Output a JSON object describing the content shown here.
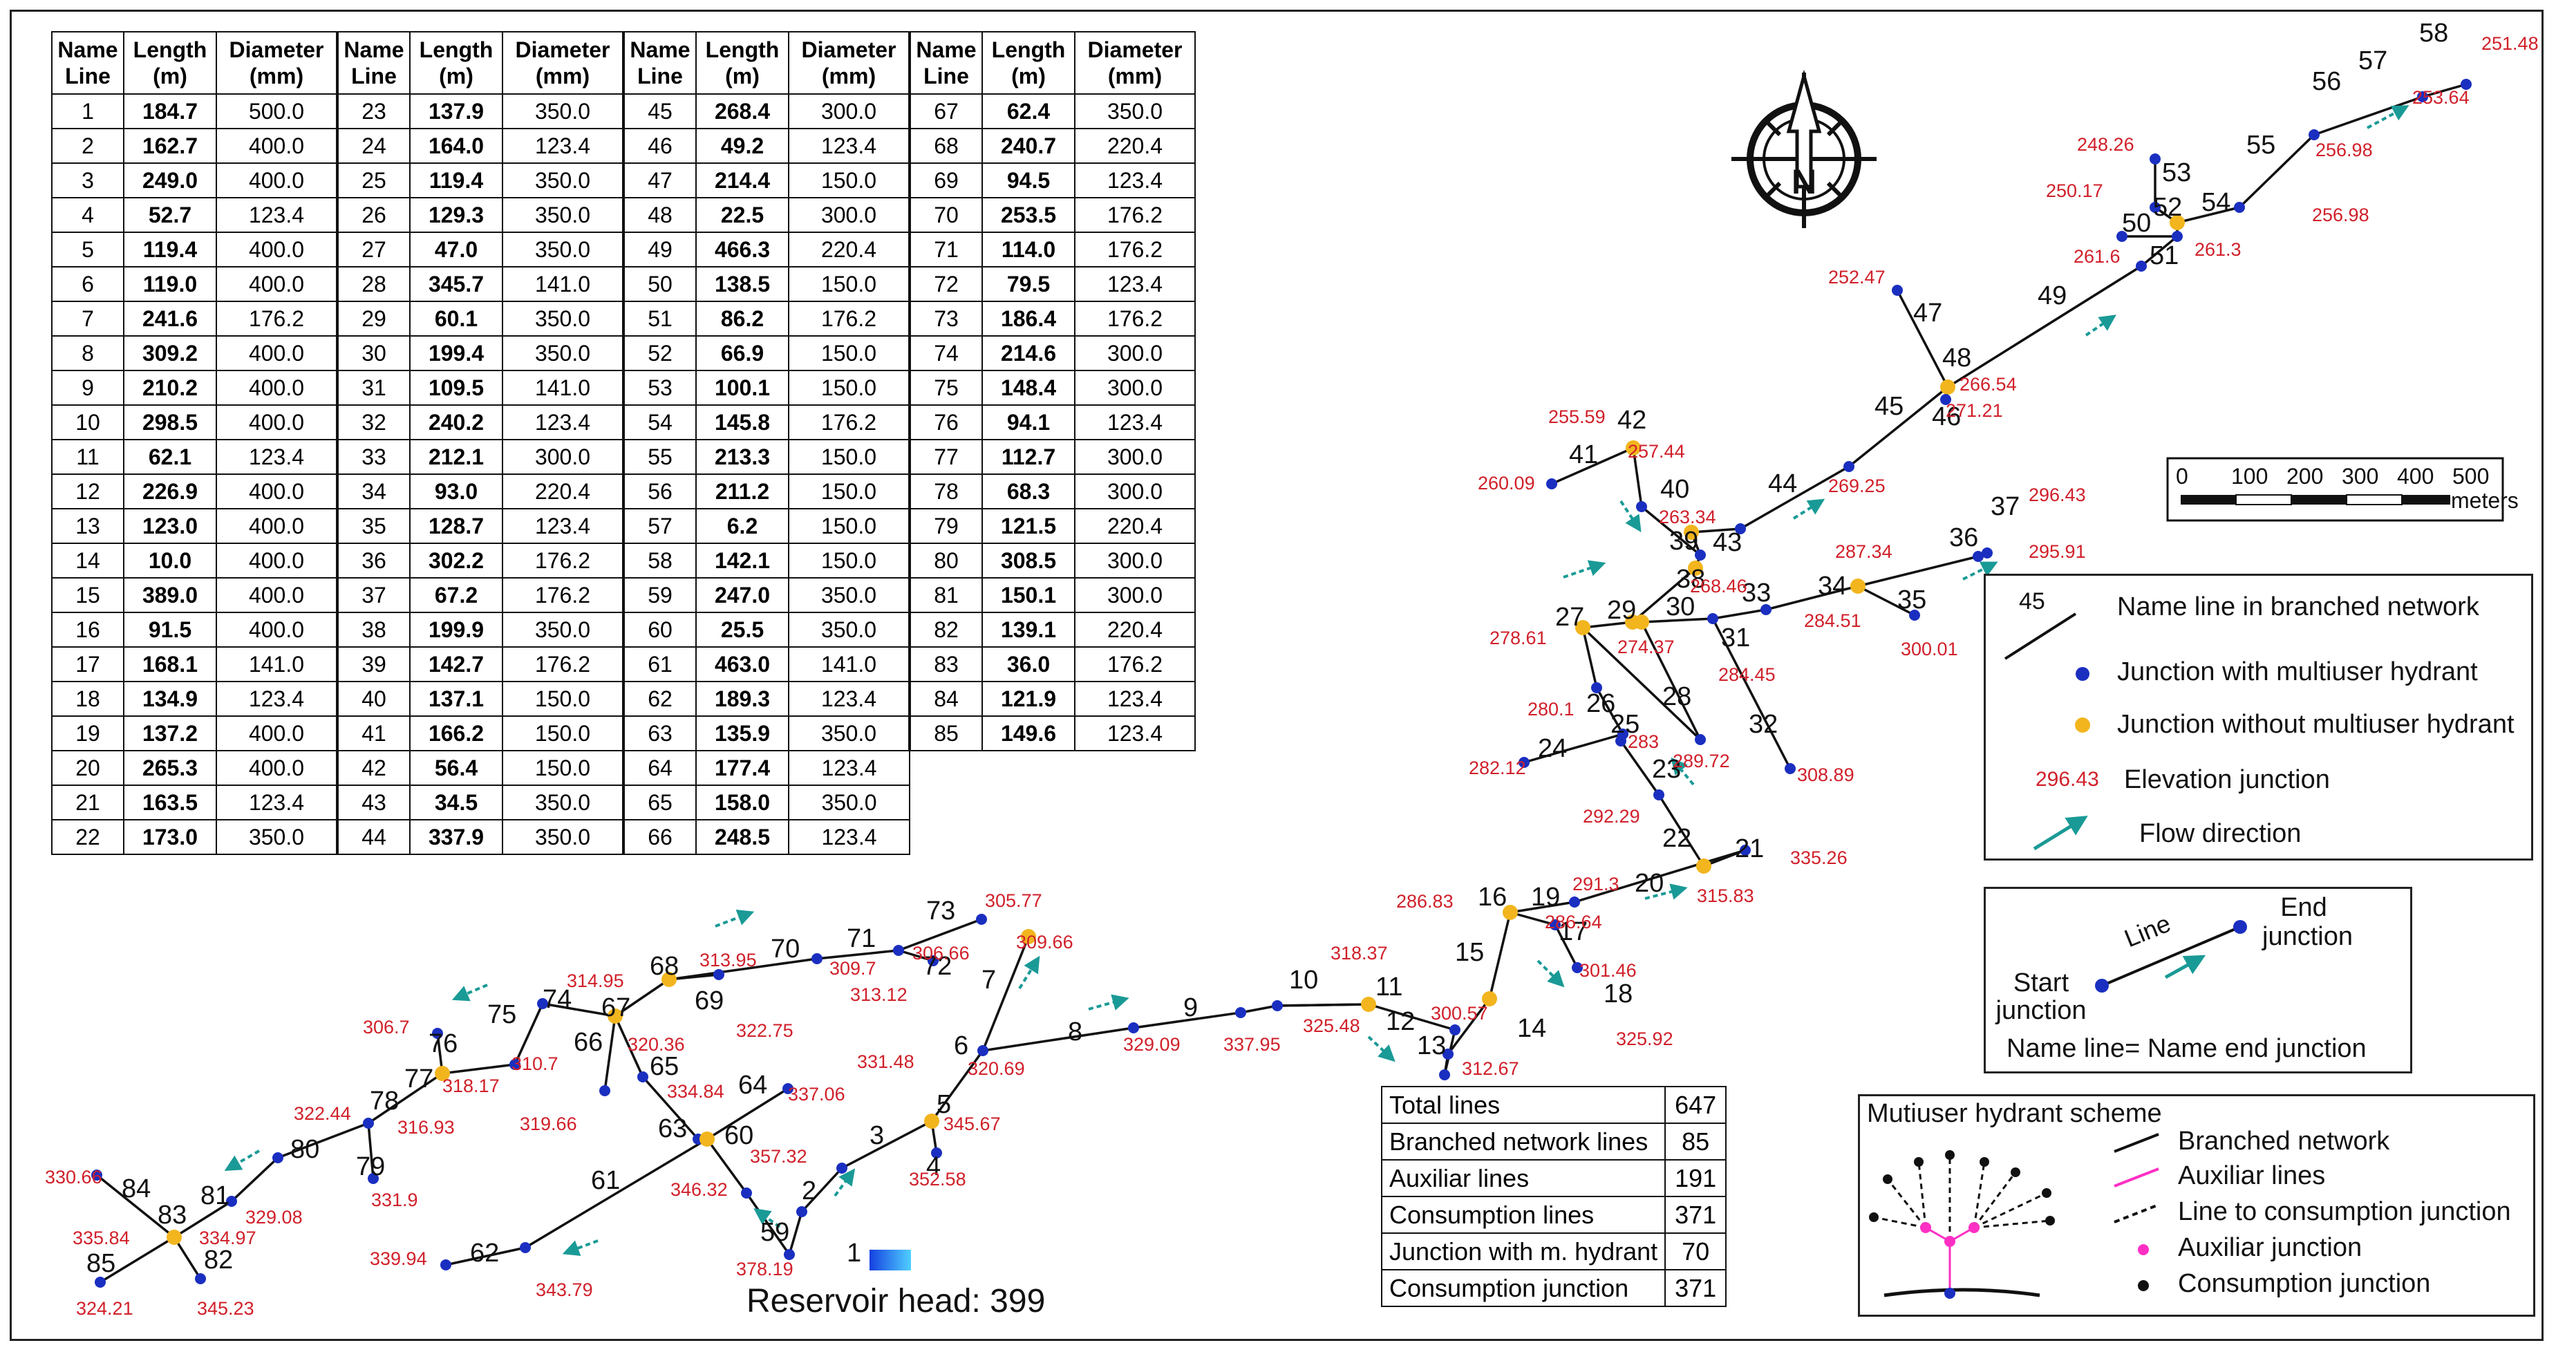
{
  "table": {
    "headers": [
      [
        "Name",
        "Line"
      ],
      [
        "Length",
        "(m)"
      ],
      [
        "Diameter",
        "(mm)"
      ]
    ],
    "rows": [
      [
        [
          "1",
          "184.7",
          "500.0"
        ],
        [
          "23",
          "137.9",
          "350.0"
        ],
        [
          "45",
          "268.4",
          "300.0"
        ],
        [
          "67",
          "62.4",
          "350.0"
        ]
      ],
      [
        [
          "2",
          "162.7",
          "400.0"
        ],
        [
          "24",
          "164.0",
          "123.4"
        ],
        [
          "46",
          "49.2",
          "123.4"
        ],
        [
          "68",
          "240.7",
          "220.4"
        ]
      ],
      [
        [
          "3",
          "249.0",
          "400.0"
        ],
        [
          "25",
          "119.4",
          "350.0"
        ],
        [
          "47",
          "214.4",
          "150.0"
        ],
        [
          "69",
          "94.5",
          "123.4"
        ]
      ],
      [
        [
          "4",
          "52.7",
          "123.4"
        ],
        [
          "26",
          "129.3",
          "350.0"
        ],
        [
          "48",
          "22.5",
          "300.0"
        ],
        [
          "70",
          "253.5",
          "176.2"
        ]
      ],
      [
        [
          "5",
          "119.4",
          "400.0"
        ],
        [
          "27",
          "47.0",
          "350.0"
        ],
        [
          "49",
          "466.3",
          "220.4"
        ],
        [
          "71",
          "114.0",
          "176.2"
        ]
      ],
      [
        [
          "6",
          "119.0",
          "400.0"
        ],
        [
          "28",
          "345.7",
          "141.0"
        ],
        [
          "50",
          "138.5",
          "150.0"
        ],
        [
          "72",
          "79.5",
          "123.4"
        ]
      ],
      [
        [
          "7",
          "241.6",
          "176.2"
        ],
        [
          "29",
          "60.1",
          "350.0"
        ],
        [
          "51",
          "86.2",
          "176.2"
        ],
        [
          "73",
          "186.4",
          "176.2"
        ]
      ],
      [
        [
          "8",
          "309.2",
          "400.0"
        ],
        [
          "30",
          "199.4",
          "350.0"
        ],
        [
          "52",
          "66.9",
          "150.0"
        ],
        [
          "74",
          "214.6",
          "300.0"
        ]
      ],
      [
        [
          "9",
          "210.2",
          "400.0"
        ],
        [
          "31",
          "109.5",
          "141.0"
        ],
        [
          "53",
          "100.1",
          "150.0"
        ],
        [
          "75",
          "148.4",
          "300.0"
        ]
      ],
      [
        [
          "10",
          "298.5",
          "400.0"
        ],
        [
          "32",
          "240.2",
          "123.4"
        ],
        [
          "54",
          "145.8",
          "176.2"
        ],
        [
          "76",
          "94.1",
          "123.4"
        ]
      ],
      [
        [
          "11",
          "62.1",
          "123.4"
        ],
        [
          "33",
          "212.1",
          "300.0"
        ],
        [
          "55",
          "213.3",
          "150.0"
        ],
        [
          "77",
          "112.7",
          "300.0"
        ]
      ],
      [
        [
          "12",
          "226.9",
          "400.0"
        ],
        [
          "34",
          "93.0",
          "220.4"
        ],
        [
          "56",
          "211.2",
          "150.0"
        ],
        [
          "78",
          "68.3",
          "300.0"
        ]
      ],
      [
        [
          "13",
          "123.0",
          "400.0"
        ],
        [
          "35",
          "128.7",
          "123.4"
        ],
        [
          "57",
          "6.2",
          "150.0"
        ],
        [
          "79",
          "121.5",
          "220.4"
        ]
      ],
      [
        [
          "14",
          "10.0",
          "400.0"
        ],
        [
          "36",
          "302.2",
          "176.2"
        ],
        [
          "58",
          "142.1",
          "150.0"
        ],
        [
          "80",
          "308.5",
          "300.0"
        ]
      ],
      [
        [
          "15",
          "389.0",
          "400.0"
        ],
        [
          "37",
          "67.2",
          "176.2"
        ],
        [
          "59",
          "247.0",
          "350.0"
        ],
        [
          "81",
          "150.1",
          "300.0"
        ]
      ],
      [
        [
          "16",
          "91.5",
          "400.0"
        ],
        [
          "38",
          "199.9",
          "350.0"
        ],
        [
          "60",
          "25.5",
          "350.0"
        ],
        [
          "82",
          "139.1",
          "220.4"
        ]
      ],
      [
        [
          "17",
          "168.1",
          "141.0"
        ],
        [
          "39",
          "142.7",
          "176.2"
        ],
        [
          "61",
          "463.0",
          "141.0"
        ],
        [
          "83",
          "36.0",
          "176.2"
        ]
      ],
      [
        [
          "18",
          "134.9",
          "123.4"
        ],
        [
          "40",
          "137.1",
          "150.0"
        ],
        [
          "62",
          "189.3",
          "123.4"
        ],
        [
          "84",
          "121.9",
          "123.4"
        ]
      ],
      [
        [
          "19",
          "137.2",
          "400.0"
        ],
        [
          "41",
          "166.2",
          "150.0"
        ],
        [
          "63",
          "135.9",
          "350.0"
        ],
        [
          "85",
          "149.6",
          "123.4"
        ]
      ],
      [
        [
          "20",
          "265.3",
          "400.0"
        ],
        [
          "42",
          "56.4",
          "150.0"
        ],
        [
          "64",
          "177.4",
          "123.4"
        ]
      ],
      [
        [
          "21",
          "163.5",
          "123.4"
        ],
        [
          "43",
          "34.5",
          "350.0"
        ],
        [
          "65",
          "158.0",
          "350.0"
        ]
      ],
      [
        [
          "22",
          "173.0",
          "350.0"
        ],
        [
          "44",
          "337.9",
          "350.0"
        ],
        [
          "66",
          "248.5",
          "123.4"
        ]
      ]
    ]
  },
  "summary": [
    {
      "label": "Total lines",
      "value": "647"
    },
    {
      "label": "Branched network lines",
      "value": "85"
    },
    {
      "label": "Auxiliar lines",
      "value": "191"
    },
    {
      "label": "Consumption lines",
      "value": "371"
    },
    {
      "label": "Junction with m. hydrant",
      "value": "70"
    },
    {
      "label": "Consumption junction",
      "value": "371"
    }
  ],
  "legend": {
    "sample_line": "45",
    "branched_line": "Name line in branched network",
    "with_hydrant": "Junction with multiuser hydrant",
    "without_hydrant": "Junction without multiuser hydrant",
    "sample_elevation": "296.43",
    "elevation": "Elevation junction",
    "flow": "Flow direction"
  },
  "line_legend": {
    "end": "End junction",
    "start": "Start junction",
    "line": "Line",
    "rule": "Name line= Name end junction"
  },
  "hydrant_scheme": {
    "title": "Mutiuser hydrant scheme",
    "branched": "Branched network",
    "auxiliar": "Auxiliar lines",
    "consumption_line": "Line to consumption junction",
    "auxiliar_junction": "Auxiliar junction",
    "consumption_junction": "Consumption junction"
  },
  "scale_bar": {
    "ticks": [
      "0",
      "100",
      "200",
      "300",
      "400",
      "500"
    ],
    "unit": "meters"
  },
  "north_label": "N",
  "reservoir": "Reservoir head: 399",
  "colors": {
    "junction_hydrant": "#1a2fc0",
    "junction_no_hydrant": "#f2b51e",
    "elevation_text": "#d0202a",
    "flow_arrow": "#1a9a96",
    "pipe": "#111111"
  },
  "network": {
    "line_labels": [
      "1",
      "2",
      "3",
      "4",
      "5",
      "6",
      "7",
      "8",
      "9",
      "10",
      "11",
      "12",
      "13",
      "14",
      "15",
      "16",
      "17",
      "18",
      "19",
      "20",
      "21",
      "22",
      "23",
      "24",
      "25",
      "26",
      "27",
      "28",
      "29",
      "30",
      "31",
      "32",
      "33",
      "34",
      "35",
      "36",
      "37",
      "38",
      "39",
      "40",
      "41",
      "42",
      "43",
      "44",
      "45",
      "46",
      "47",
      "48",
      "49",
      "50",
      "51",
      "52",
      "53",
      "54",
      "55",
      "56",
      "57",
      "58",
      "59",
      "60",
      "61",
      "62",
      "63",
      "64",
      "65",
      "66",
      "67",
      "68",
      "69",
      "70",
      "71",
      "72",
      "73",
      "74",
      "75",
      "76",
      "77",
      "78",
      "79",
      "80",
      "81",
      "82",
      "83",
      "84",
      "85"
    ],
    "elevations": [
      "251.48",
      "253.64",
      "256.98",
      "256.98",
      "248.26",
      "250.17",
      "261.6",
      "261.3",
      "252.47",
      "266.54",
      "271.21",
      "255.59",
      "257.44",
      "260.09",
      "263.34",
      "269.25",
      "296.43",
      "295.91",
      "287.34",
      "268.46",
      "284.51",
      "300.01",
      "278.61",
      "274.37",
      "284.45",
      "280.1",
      "283",
      "289.72",
      "308.89",
      "282.12",
      "292.29",
      "335.26",
      "315.83",
      "291.3",
      "286.83",
      "286.64",
      "301.46",
      "325.92",
      "318.37",
      "325.48",
      "300.57",
      "312.67",
      "337.95",
      "329.09",
      "309.66",
      "320.69",
      "305.77",
      "306.66",
      "309.7",
      "313.12",
      "313.95",
      "314.95",
      "322.75",
      "306.7",
      "310.7",
      "318.17",
      "316.93",
      "320.36",
      "334.84",
      "319.66",
      "337.06",
      "331.48",
      "345.67",
      "352.58",
      "357.32",
      "346.32",
      "378.19",
      "339.94",
      "343.79",
      "322.44",
      "331.9",
      "329.08",
      "330.66",
      "335.84",
      "334.97",
      "324.21",
      "345.23"
    ]
  }
}
